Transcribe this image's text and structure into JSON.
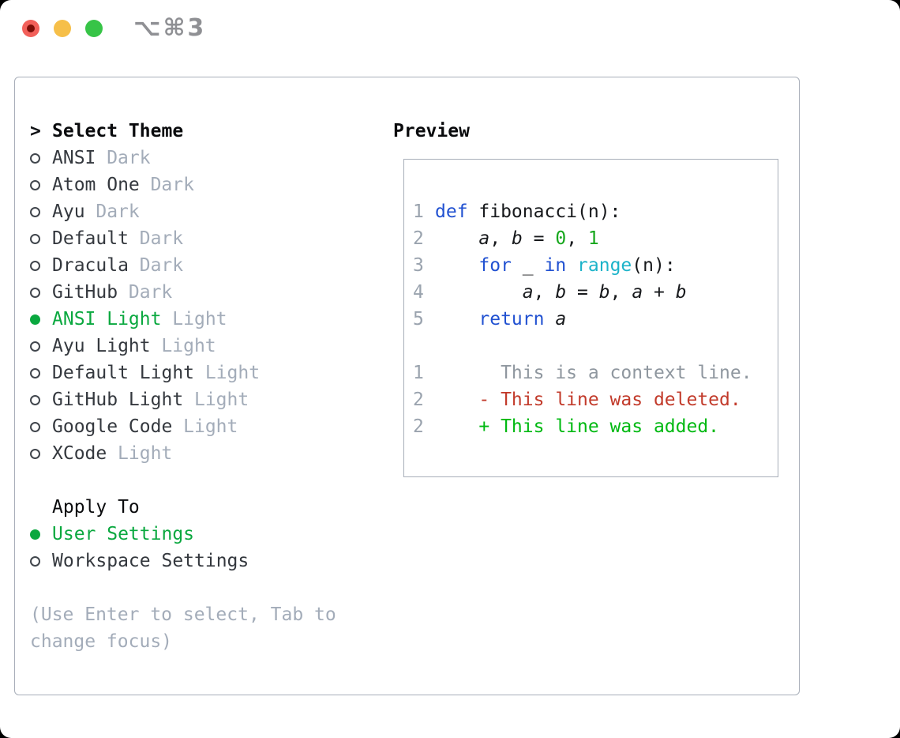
{
  "window": {
    "shortcut_label": "⌥⌘3"
  },
  "colors": {
    "tl_red": "#f2605a",
    "tl_yellow": "#f6bf49",
    "tl_green": "#37c447",
    "border": "#a8aeb9",
    "text_dark": "#34383e",
    "muted": "#a3acb9",
    "muted_dark": "#8f9094",
    "accent_green": "#0aa83f",
    "keyword_blue": "#2151d1",
    "function_cyan": "#1cb3c9",
    "literal_green": "#16a71c",
    "context_gray": "#8f979f",
    "deleted_red": "#c23b2b",
    "added_green": "#00b912",
    "line_no": "#9aa3ae"
  },
  "left": {
    "prompt": ">",
    "title": "Select Theme",
    "themes": [
      {
        "name": "ANSI",
        "tag": "Dark",
        "selected": false
      },
      {
        "name": "Atom One",
        "tag": "Dark",
        "selected": false
      },
      {
        "name": "Ayu",
        "tag": "Dark",
        "selected": false
      },
      {
        "name": "Default",
        "tag": "Dark",
        "selected": false
      },
      {
        "name": "Dracula",
        "tag": "Dark",
        "selected": false
      },
      {
        "name": "GitHub",
        "tag": "Dark",
        "selected": false
      },
      {
        "name": "ANSI Light",
        "tag": "Light",
        "selected": true
      },
      {
        "name": "Ayu Light",
        "tag": "Light",
        "selected": false
      },
      {
        "name": "Default Light",
        "tag": "Light",
        "selected": false
      },
      {
        "name": "GitHub Light",
        "tag": "Light",
        "selected": false
      },
      {
        "name": "Google Code",
        "tag": "Light",
        "selected": false
      },
      {
        "name": "XCode",
        "tag": "Light",
        "selected": false
      }
    ],
    "apply_to": {
      "title": "Apply To",
      "options": [
        {
          "label": "User Settings",
          "selected": true
        },
        {
          "label": "Workspace Settings",
          "selected": false
        }
      ]
    },
    "help": "(Use Enter to select, Tab to change focus)"
  },
  "preview": {
    "title": "Preview",
    "code_lines": [
      {
        "num": "1",
        "tokens": [
          {
            "t": "def",
            "c": "kw"
          },
          {
            "t": " fibonacci(n):",
            "c": "fg"
          }
        ]
      },
      {
        "num": "2",
        "tokens": [
          {
            "t": "    ",
            "c": "fg"
          },
          {
            "t": "a",
            "c": "var"
          },
          {
            "t": ", ",
            "c": "fg"
          },
          {
            "t": "b",
            "c": "var"
          },
          {
            "t": " = ",
            "c": "fg"
          },
          {
            "t": "0",
            "c": "num"
          },
          {
            "t": ", ",
            "c": "fg"
          },
          {
            "t": "1",
            "c": "num"
          }
        ]
      },
      {
        "num": "3",
        "tokens": [
          {
            "t": "    ",
            "c": "fg"
          },
          {
            "t": "for",
            "c": "kw"
          },
          {
            "t": " _ ",
            "c": "fg"
          },
          {
            "t": "in",
            "c": "kw"
          },
          {
            "t": " ",
            "c": "fg"
          },
          {
            "t": "range",
            "c": "fn"
          },
          {
            "t": "(n):",
            "c": "fg"
          }
        ]
      },
      {
        "num": "4",
        "tokens": [
          {
            "t": "        ",
            "c": "fg"
          },
          {
            "t": "a",
            "c": "var"
          },
          {
            "t": ", ",
            "c": "fg"
          },
          {
            "t": "b",
            "c": "var"
          },
          {
            "t": " = ",
            "c": "fg"
          },
          {
            "t": "b",
            "c": "var"
          },
          {
            "t": ", ",
            "c": "fg"
          },
          {
            "t": "a",
            "c": "var"
          },
          {
            "t": " + ",
            "c": "fg"
          },
          {
            "t": "b",
            "c": "var"
          }
        ]
      },
      {
        "num": "5",
        "tokens": [
          {
            "t": "    ",
            "c": "fg"
          },
          {
            "t": "return",
            "c": "kw"
          },
          {
            "t": " ",
            "c": "fg"
          },
          {
            "t": "a",
            "c": "var"
          }
        ]
      }
    ],
    "diff_lines": [
      {
        "num": "1",
        "tokens": [
          {
            "t": "      This is a context line.",
            "c": "ctx"
          }
        ]
      },
      {
        "num": "2",
        "tokens": [
          {
            "t": "    - This line was deleted.",
            "c": "del"
          }
        ]
      },
      {
        "num": "2",
        "tokens": [
          {
            "t": "    + This line was added.",
            "c": "add"
          }
        ]
      }
    ]
  }
}
